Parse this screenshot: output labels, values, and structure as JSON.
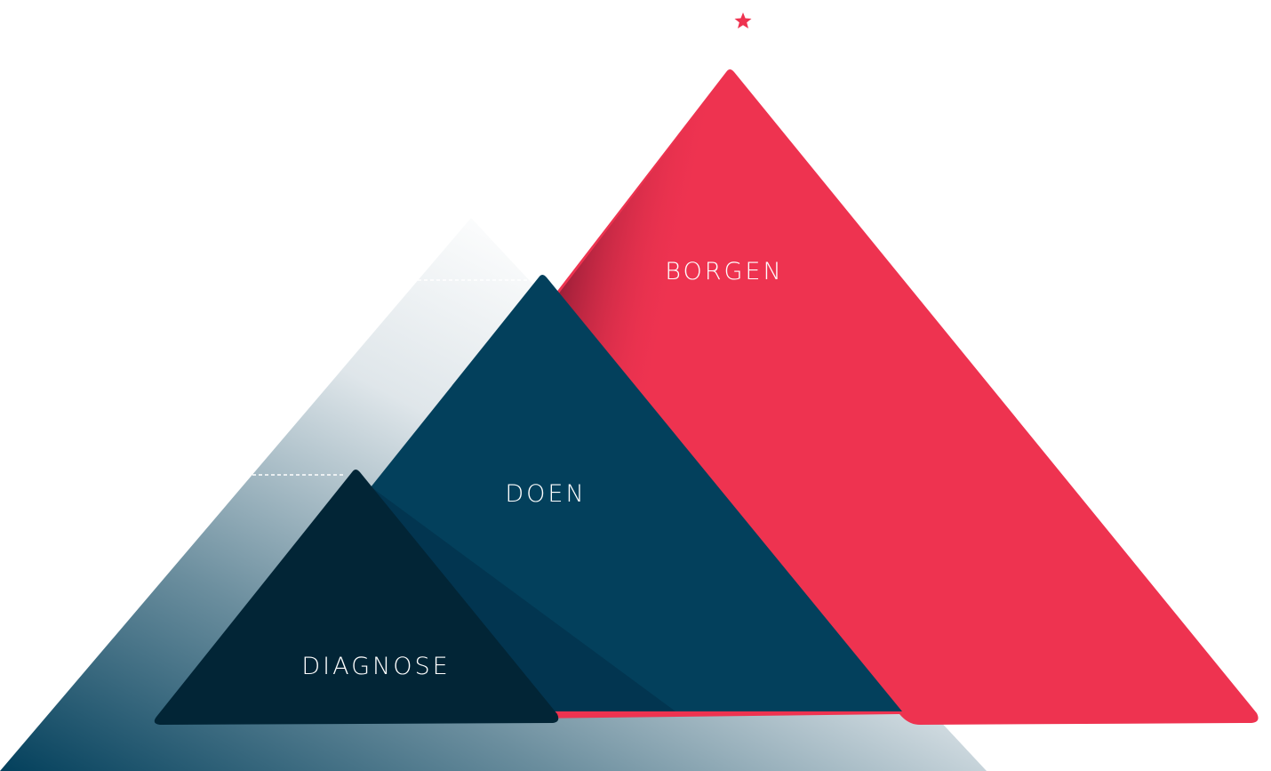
{
  "levels": {
    "top": "BORGEN",
    "middle": "DOEN",
    "bottom": "DIAGNOSE"
  },
  "colors": {
    "red": "#ee3350",
    "doen": "#03405c",
    "diagnose": "#022536",
    "shade": "#023550"
  },
  "icons": {
    "goal": "star-icon"
  }
}
